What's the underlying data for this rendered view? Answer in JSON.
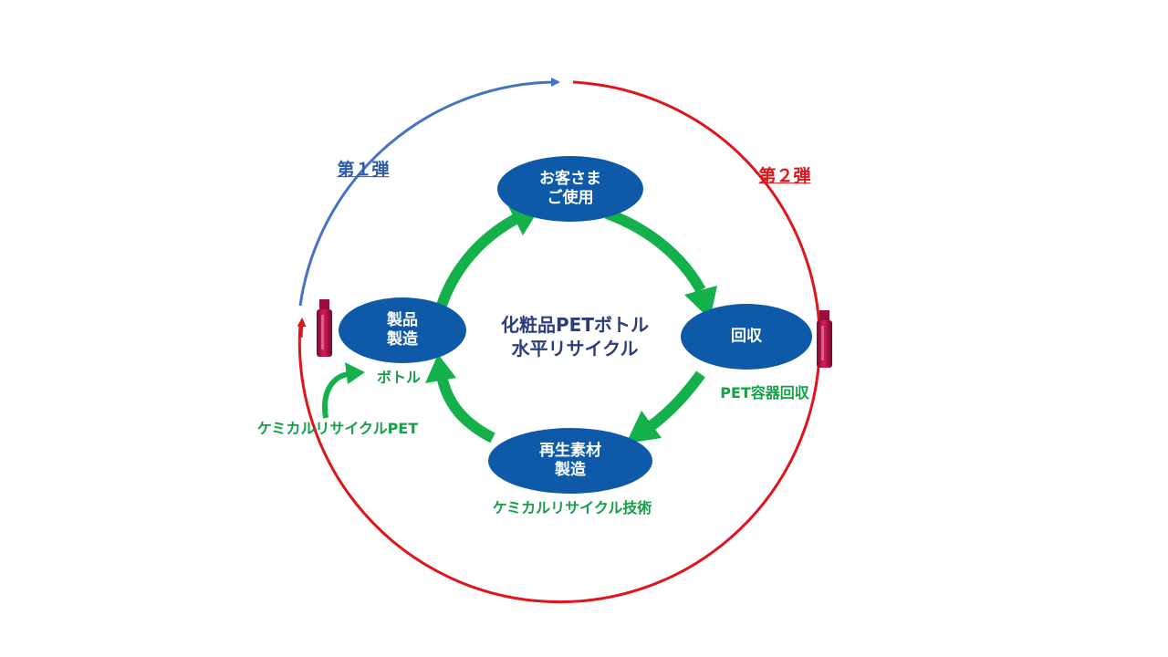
{
  "colors": {
    "phase1": "#4472c4",
    "phase2": "#e0141b",
    "cycle_arrow": "#14b04a",
    "node_fill": "#0f5aa8",
    "center_text": "#2b3d7e",
    "sub_text": "#13a047"
  },
  "phases": {
    "first": "第１弾",
    "second": "第２弾"
  },
  "center": {
    "line1": "化粧品PETボトル",
    "line2": "水平リサイクル"
  },
  "nodes": {
    "use": {
      "line1": "お客さま",
      "line2": "ご使用"
    },
    "collect": {
      "line1": "回収"
    },
    "recycle": {
      "line1": "再生素材",
      "line2": "製造"
    },
    "make": {
      "line1": "製品",
      "line2": "製造"
    }
  },
  "sub_labels": {
    "pet_collection": "PET容器回収",
    "chemical_tech": "ケミカルリサイクル技術",
    "bottle": "ボトル",
    "chemical_pet": "ケミカルリサイクルPET"
  },
  "icons": [
    "cosmetic-bottle-icon",
    "cosmetic-bottle-icon"
  ]
}
